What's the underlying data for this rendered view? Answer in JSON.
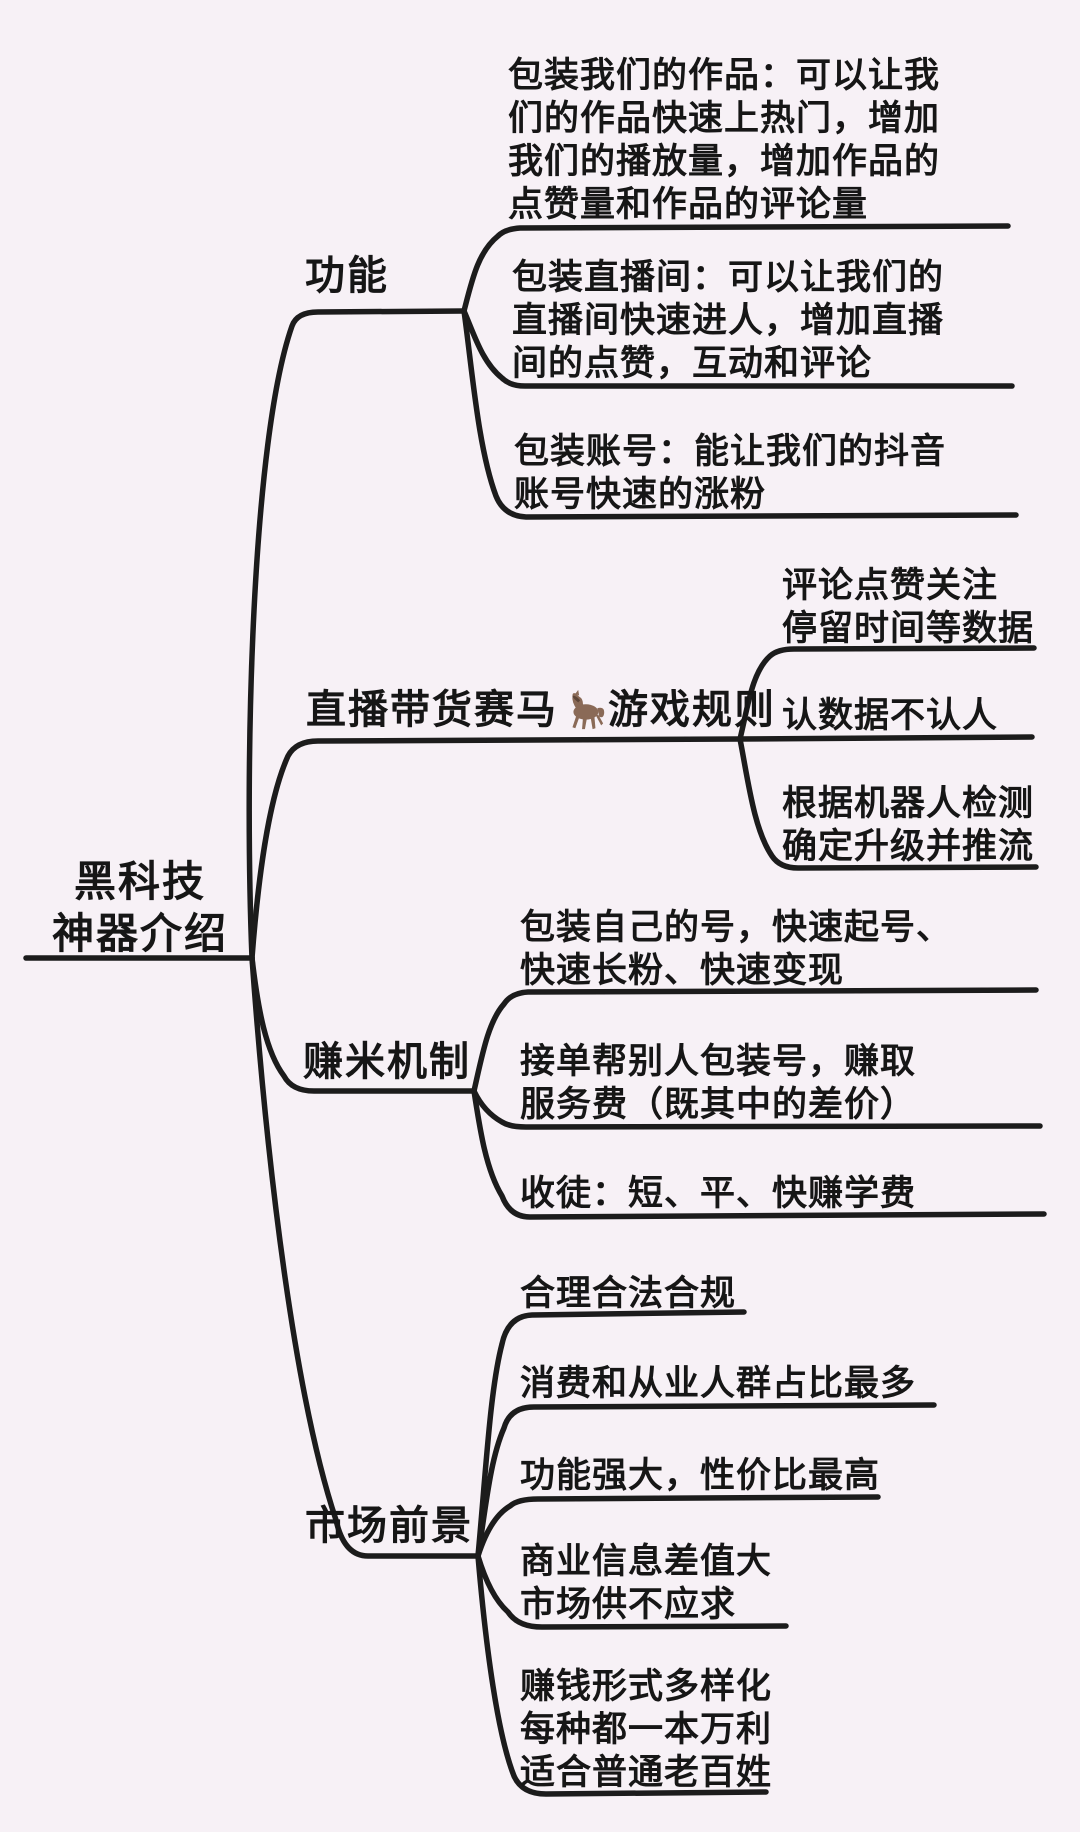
{
  "page": {
    "background_color": "#f7f1f6",
    "line_color": "#1c1c1c",
    "horse_brown": "#8a6a57"
  },
  "root": {
    "title": "黑科技\n神器介绍"
  },
  "branches": [
    {
      "label": "功能",
      "children": [
        "包装我们的作品：可以让我\n们的作品快速上热门，增加\n我们的播放量，增加作品的\n点赞量和作品的评论量",
        "包装直播间：可以让我们的\n直播间快速进人，增加直播\n间的点赞，互动和评论",
        "包装账号：能让我们的抖音\n账号快速的涨粉"
      ]
    },
    {
      "label_pre": "直播带货赛马",
      "horse_emoji": "🐎",
      "label_post": "游戏规则",
      "children": [
        "评论点赞关注\n停留时间等数据",
        "认数据不认人",
        "根据机器人检测\n确定升级并推流"
      ]
    },
    {
      "label": "赚米机制",
      "children": [
        "包装自己的号，快速起号、\n快速长粉、快速变现",
        "接单帮别人包装号，赚取\n服务费（既其中的差价）",
        "收徒：短、平、快赚学费"
      ]
    },
    {
      "label": "市场前景",
      "children": [
        "合理合法合规",
        "消费和从业人群占比最多",
        "功能强大，性价比最高",
        "商业信息差值大\n市场供不应求",
        "赚钱形式多样化\n每种都一本万利\n适合普通老百姓"
      ]
    }
  ]
}
